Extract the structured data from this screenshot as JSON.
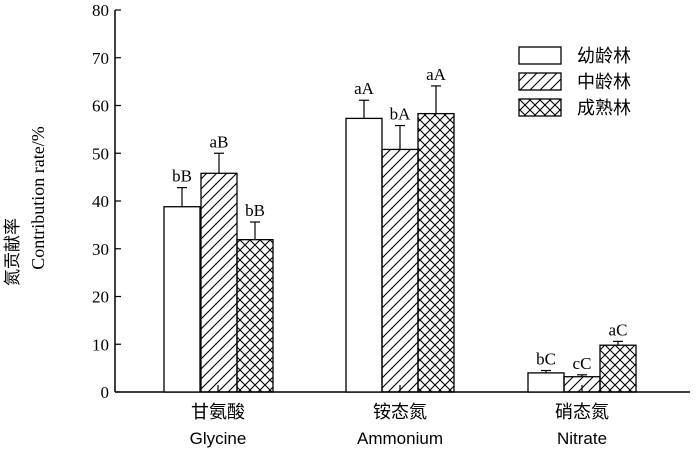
{
  "chart_data": {
    "type": "bar",
    "categories_cn": [
      "甘氨酸",
      "铵态氮",
      "硝态氮"
    ],
    "categories_en": [
      "Glycine",
      "Ammonium",
      "Nitrate"
    ],
    "ylabel_cn": "氮贡献率",
    "ylabel_en": "Contribution rate/%",
    "ylim": [
      0,
      80
    ],
    "yticks": [
      0,
      10,
      20,
      30,
      40,
      50,
      60,
      70,
      80
    ],
    "legend_position": "top-right",
    "series": [
      {
        "name": "幼龄林",
        "pattern": "empty",
        "values": [
          38.8,
          57.3,
          4.0
        ],
        "errors": [
          4.0,
          3.8,
          0.5
        ],
        "labels": [
          "bB",
          "aA",
          "bC"
        ]
      },
      {
        "name": "中龄林",
        "pattern": "diagonal",
        "values": [
          45.8,
          50.8,
          3.2
        ],
        "errors": [
          4.2,
          5.0,
          0.4
        ],
        "labels": [
          "aB",
          "bA",
          "cC"
        ]
      },
      {
        "name": "成熟林",
        "pattern": "crosshatch",
        "values": [
          31.9,
          58.3,
          9.8
        ],
        "errors": [
          3.7,
          5.8,
          0.8
        ],
        "labels": [
          "bB",
          "aA",
          "aC"
        ]
      }
    ]
  }
}
